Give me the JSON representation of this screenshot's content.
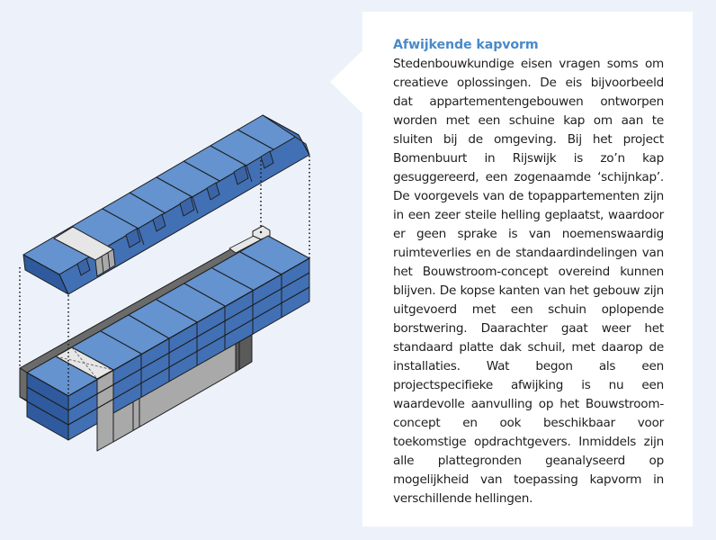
{
  "illustration": {
    "description": "Exploded isometric drawing of an apartment building block with a separate sloped roof (schijnkap) lifted above it, connected by dotted guide lines",
    "colors": {
      "background": "#edf2fa",
      "blue_top": "#6493cf",
      "blue_side": "#4270b5",
      "blue_dark": "#2f5a9e",
      "grey_light": "#e6e6e6",
      "grey_mid": "#a9a9a9",
      "grey_dark": "#6b6b6b",
      "outline": "#1c1c1c"
    }
  },
  "card": {
    "title": "Afwijkende kapvorm",
    "body": "Stedenbouwkundige eisen vragen soms om creatieve oplossingen. De eis bijvoorbeeld dat appartementengebouwen ontworpen worden met een schuine kap om aan te sluiten bij de omgeving. Bij het project Bomenbuurt in Rijswijk is zo’n kap gesuggereerd, een zogenaamde ‘schijnkap’. De voorgevels van de topappartementen zijn in een zeer steile helling geplaatst, waardoor er geen sprake is van noemenswaardig ruimteverlies en de standaardindelingen van het Bouwstroom-concept overeind kunnen blijven. De kopse kanten van het gebouw zijn uitgevoerd met een schuin oplopende borstwering. Daarachter gaat weer het standaard platte dak schuil, met daarop de installaties. Wat begon als een projectspecifieke afwijking is nu een waardevolle aanvulling op het Bouwstroom-concept en ook beschikbaar voor toekomstige opdrachtgevers. Inmiddels zijn alle plattegronden geanalyseerd op mogelijkheid van toepassing kapvorm in verschillende hellingen.",
    "colors": {
      "title": "#4a8ac9",
      "text": "#1e1e1e",
      "background": "#ffffff"
    }
  }
}
